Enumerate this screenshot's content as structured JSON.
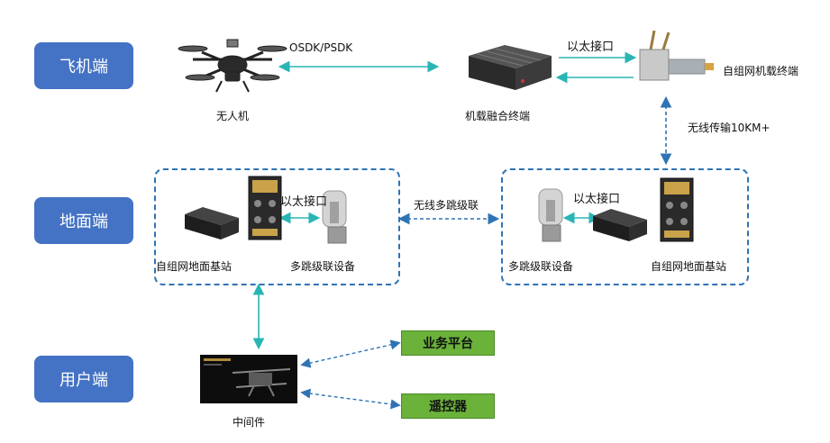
{
  "tiers": {
    "aircraft": "飞机端",
    "ground": "地面端",
    "user": "用户端"
  },
  "labels": {
    "drone": "无人机",
    "osdk": "OSDK/PSDK",
    "fusion_terminal": "机载融合终端",
    "ethernet_top": "以太接口",
    "airborne_terminal": "自组网机载终端",
    "wireless_10km": "无线传输10KM+",
    "ground_station_left": "自组网地面基站",
    "ethernet_left": "以太接口",
    "multihop_left": "多跳级联设备",
    "wireless_multihop": "无线多跳级联",
    "multihop_right": "多跳级联设备",
    "ethernet_right": "以太接口",
    "ground_station_right": "自组网地面基站",
    "middleware": "中间件"
  },
  "buttons": {
    "business_platform": "业务平台",
    "remote_controller": "遥控器"
  },
  "colors": {
    "tier_blue": "#4472c4",
    "green": "#6ab23a",
    "teal_arrow": "#2ab5b5",
    "blue_dashed": "#2e74b5"
  }
}
